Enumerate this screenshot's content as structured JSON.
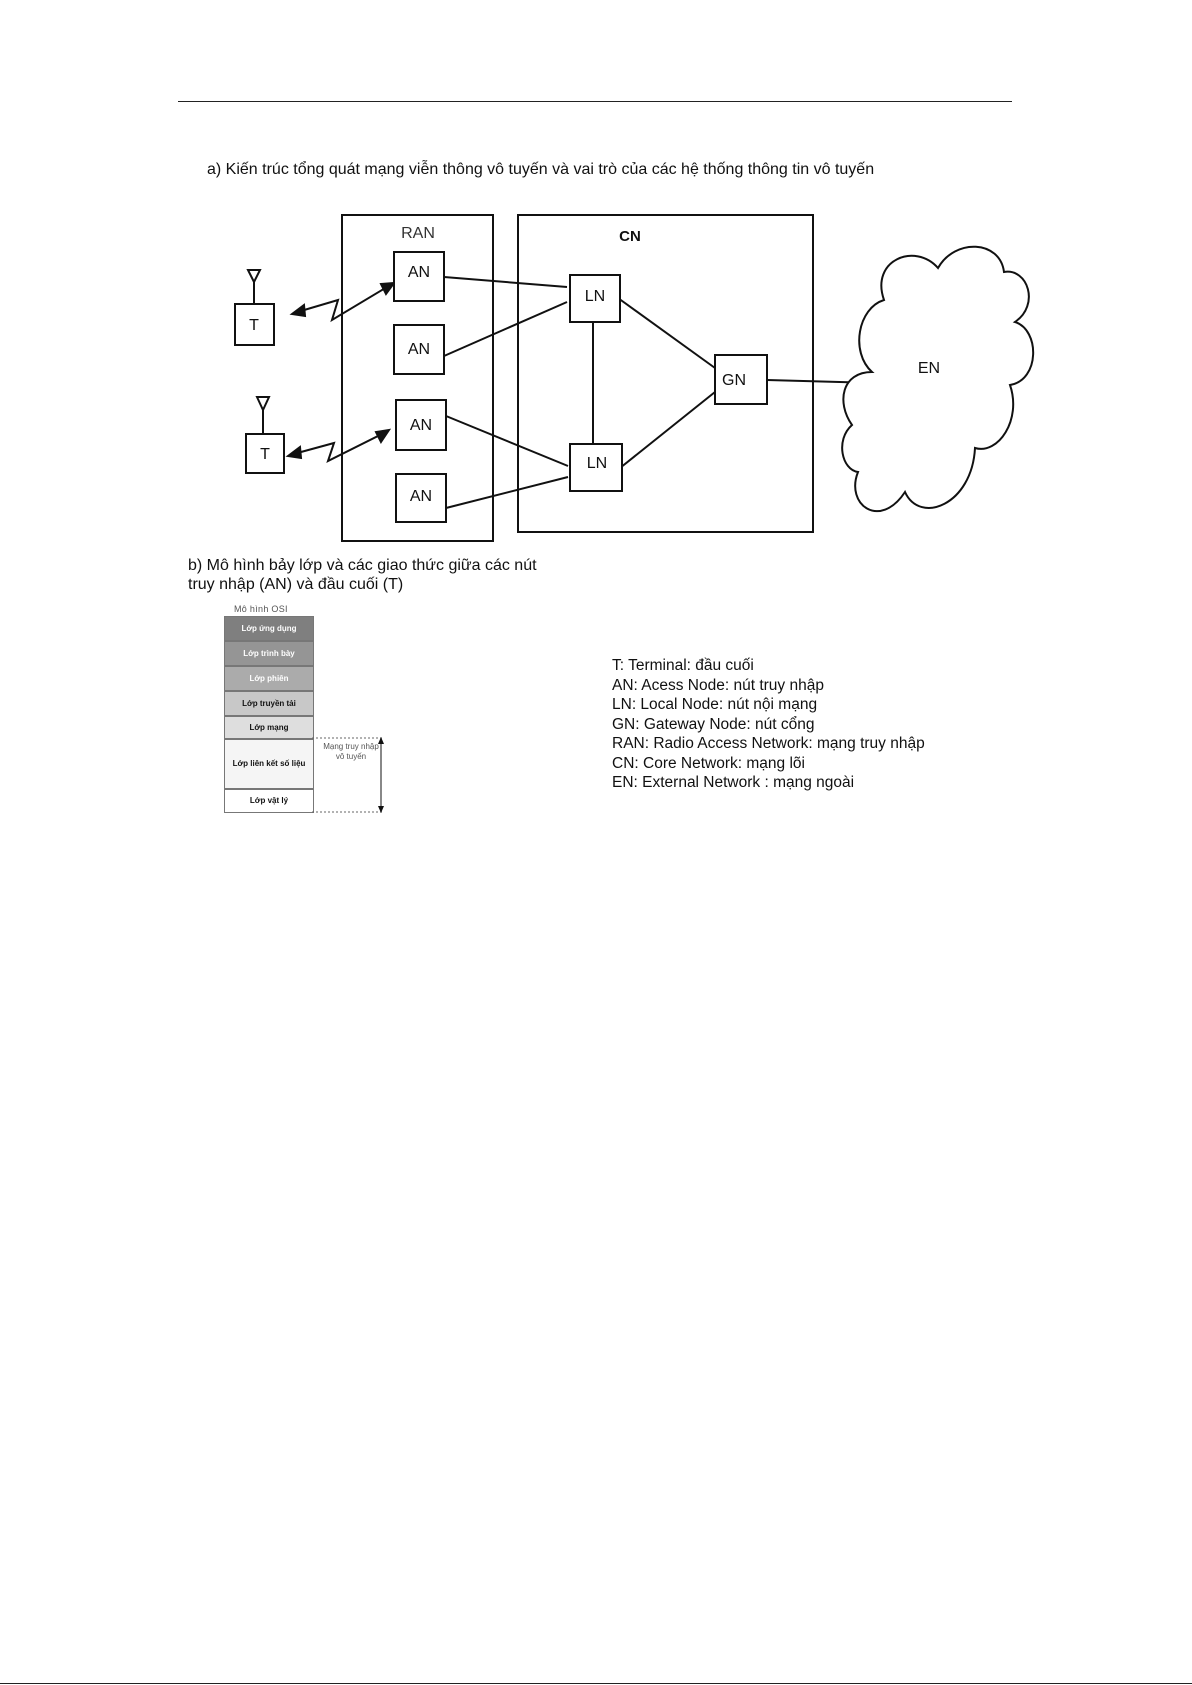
{
  "caption_a": "a) Kiến trúc tổng quát mạng  viễn thông vô tuyến và vai trò của các hệ thống thông tin vô tuyến",
  "caption_b_line1": "b) Mô hình bảy lớp và các giao thức giữa các nút",
  "caption_b_line2": "truy nhập (AN) và  đầu cuối (T)",
  "diagram": {
    "ran_label": "RAN",
    "cn_label": "CN",
    "en_label": "EN",
    "an_label": "AN",
    "ln_label": "LN",
    "gn_label": "GN",
    "terminal_label": "T"
  },
  "osi": {
    "title": "Mô hình OSI",
    "layers": [
      {
        "label": "Lớp ứng dụng",
        "color": "#7f7f7f",
        "text_color": "#ffffff"
      },
      {
        "label": "Lớp trình bày",
        "color": "#959595",
        "text_color": "#ffffff"
      },
      {
        "label": "Lớp phiên",
        "color": "#ababab",
        "text_color": "#ffffff"
      },
      {
        "label": "Lớp truyền tải",
        "color": "#c8c8c8",
        "text_color": "#111111"
      },
      {
        "label": "Lớp mạng",
        "color": "#dedede",
        "text_color": "#111111"
      },
      {
        "label": "Lớp liên kết số liệu",
        "color": "#f5f5f5",
        "text_color": "#111111"
      },
      {
        "label": "Lớp vật lý",
        "color": "#ffffff",
        "text_color": "#111111"
      }
    ],
    "bracket_label": "Mạng truy nhập vô tuyến"
  },
  "legend": [
    "T: Terminal: đầu cuối",
    "AN: Acess Node: nút truy nhập",
    "LN: Local Node: nút nội mạng",
    "GN: Gateway Node: nút cổng",
    "RAN: Radio Access Network: mạng truy nhập",
    "CN: Core Network: mạng lõi",
    "EN: External Network : mạng ngoài"
  ]
}
